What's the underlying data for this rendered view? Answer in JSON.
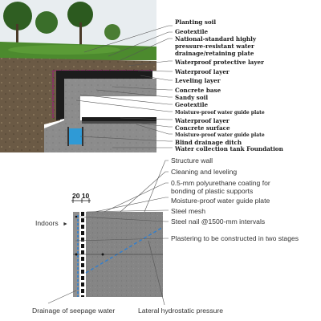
{
  "top_section": {
    "labels": [
      {
        "text": "Planting soil",
        "size": "normal"
      },
      {
        "text": "Geotextile",
        "size": "normal"
      },
      {
        "text": "National-standard highly",
        "size": "normal"
      },
      {
        "text": "pressure-resistant water",
        "size": "normal"
      },
      {
        "text": "drainage/retaining plate",
        "size": "normal"
      },
      {
        "text": "Waterproof protective layer",
        "size": "normal"
      },
      {
        "text": "Waterproof layer",
        "size": "normal"
      },
      {
        "text": "Leveling layer",
        "size": "normal"
      },
      {
        "text": "Concrete base",
        "size": "normal"
      },
      {
        "text": "Sandy soil",
        "size": "normal"
      },
      {
        "text": "Geotextile",
        "size": "normal"
      },
      {
        "text": "Moisture-proof water guide plate",
        "size": "small"
      },
      {
        "text": "Waterproof layer",
        "size": "normal"
      },
      {
        "text": "Concrete surface",
        "size": "normal"
      },
      {
        "text": "Moisture-proof water guide plate",
        "size": "small"
      },
      {
        "text": "Blind drainage ditch",
        "size": "normal"
      },
      {
        "text": "Water collection tank Foundation",
        "size": "normal"
      }
    ]
  },
  "bottom_section": {
    "labels": [
      "Structure wall",
      "Cleaning and leveling",
      "0.5-mm polyurethane coating for",
      "bonding of plastic supports",
      "Moisture-proof water guide plate",
      "Steel mesh",
      "Steel nail @1500-mm intervals",
      "Plastering to be constructed in two stages"
    ],
    "dimension_label": "20 10",
    "indoors_label": "Indoors",
    "arrow_glyph": "►",
    "caption_left": "Drainage of seepage water",
    "caption_right": "Lateral hydrostatic pressure"
  },
  "colors": {
    "concrete": "#8a8a8a",
    "soil": "#6b5a45",
    "grass": "#3d7a2a",
    "sky": "#e9eef0",
    "water": "#2f9ad6",
    "membrane": "#8a2a6a",
    "waterproof": "#1c1c1c"
  }
}
